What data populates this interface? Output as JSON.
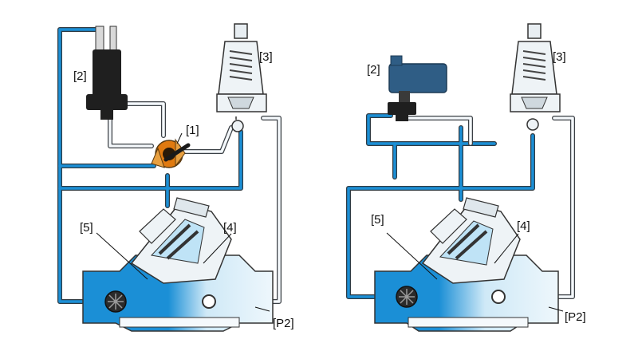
{
  "colors": {
    "water": "#1b8fd6",
    "water_light": "#bfe3f6",
    "pipe_outline": "#3a3f44",
    "body_fill": "#eaf4fa",
    "solenoid": "#1f1f1f",
    "actuator": "#2f5d85",
    "selector": "#e07a10"
  },
  "left_diagram": {
    "labels": {
      "selector": "[1]",
      "solenoid": "[2]",
      "pilot": "[3]",
      "main_valve": "[4]",
      "ball_valve": "[5]",
      "outlet": "[P2]"
    }
  },
  "right_diagram": {
    "labels": {
      "actuator": "[2]",
      "pilot": "[3]",
      "ball_valve": "[5]",
      "main_valve": "[4]",
      "outlet": "[P2]"
    }
  }
}
